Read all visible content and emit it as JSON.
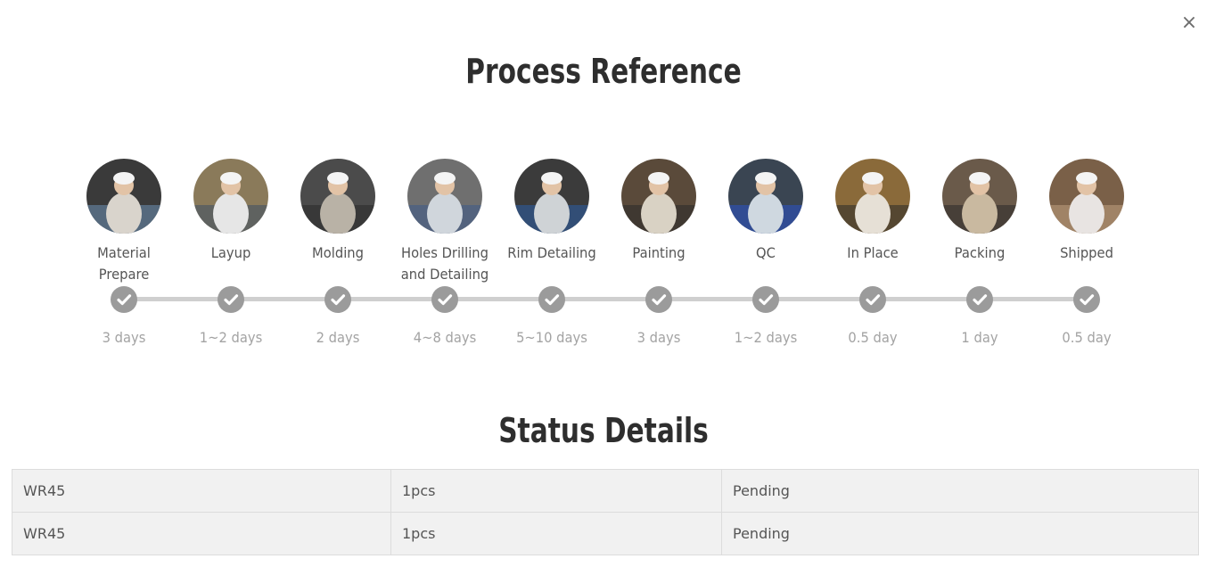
{
  "dialog": {
    "close_label": "×"
  },
  "process": {
    "title": "Process Reference",
    "steps": [
      {
        "label": "Material\nPrepare",
        "duration": "3 days",
        "image": "worker-at-table-photo"
      },
      {
        "label": "Layup",
        "duration": "1~2 days",
        "image": "worker-layup-photo"
      },
      {
        "label": "Molding",
        "duration": "2 days",
        "image": "worker-molding-photo"
      },
      {
        "label": "Holes Drilling\nand Detailing",
        "duration": "4~8 days",
        "image": "worker-drilling-photo"
      },
      {
        "label": "Rim Detailing",
        "duration": "5~10 days",
        "image": "worker-rim-detailing-photo"
      },
      {
        "label": "Painting",
        "duration": "3 days",
        "image": "worker-painting-photo"
      },
      {
        "label": "QC",
        "duration": "1~2 days",
        "image": "worker-qc-photo"
      },
      {
        "label": "In Place",
        "duration": "0.5 day",
        "image": "worker-in-place-photo"
      },
      {
        "label": "Packing",
        "duration": "1 day",
        "image": "worker-packing-photo"
      },
      {
        "label": "Shipped",
        "duration": "0.5 day",
        "image": "worker-shipped-photo"
      }
    ],
    "check_icon": "check-icon",
    "track_color": "#cfcfcf",
    "check_color": "#9b9b9b"
  },
  "status": {
    "title": "Status Details",
    "rows": [
      {
        "model": "WR45",
        "qty": "1pcs",
        "state": "Pending"
      },
      {
        "model": "WR45",
        "qty": "1pcs",
        "state": "Pending"
      }
    ]
  }
}
